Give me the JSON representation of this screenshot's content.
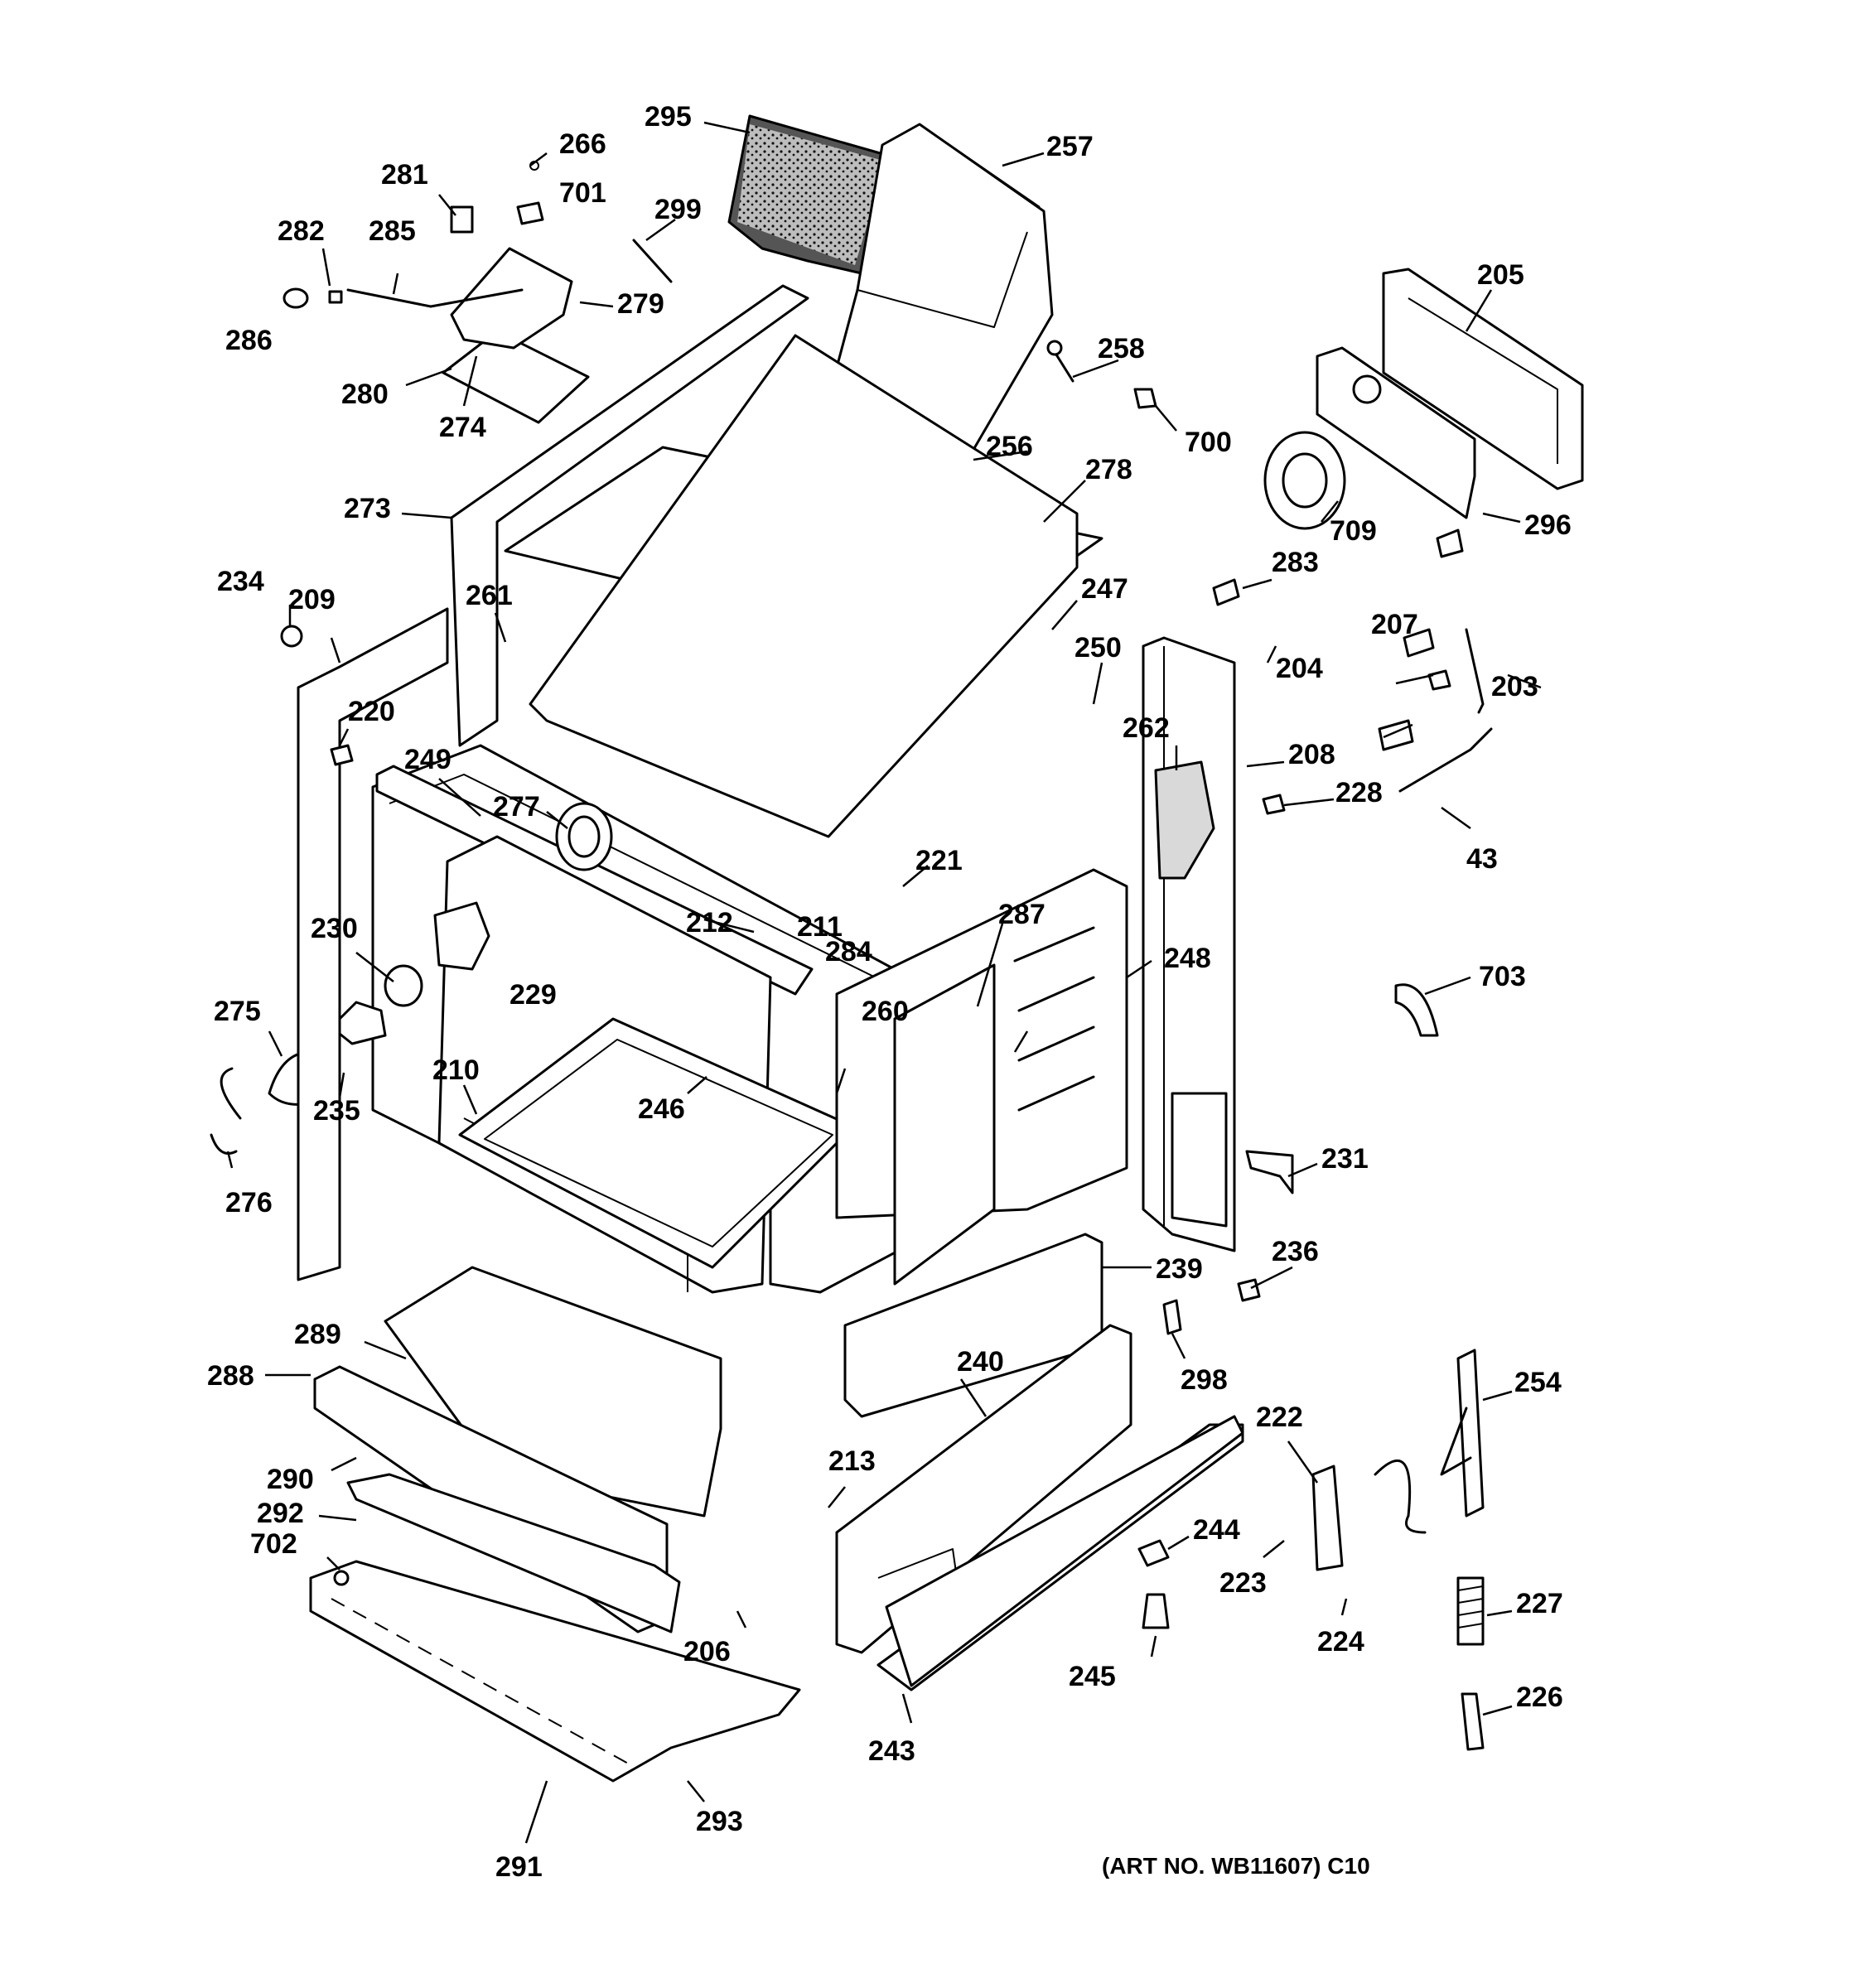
{
  "diagram": {
    "art_note": "(ART NO. WB11607) C10",
    "part_numbers": [
      "295",
      "266",
      "257",
      "281",
      "701",
      "299",
      "282",
      "285",
      "279",
      "286",
      "280",
      "274",
      "258",
      "700",
      "256",
      "278",
      "205",
      "709",
      "296",
      "273",
      "283",
      "234",
      "209",
      "261",
      "247",
      "250",
      "204",
      "207",
      "203",
      "220",
      "262",
      "249",
      "277",
      "208",
      "228",
      "43",
      "221",
      "230",
      "212",
      "211",
      "284",
      "287",
      "229",
      "248",
      "703",
      "275",
      "260",
      "210",
      "246",
      "235",
      "231",
      "276",
      "239",
      "236",
      "289",
      "240",
      "298",
      "288",
      "254",
      "222",
      "213",
      "290",
      "244",
      "292",
      "702",
      "223",
      "227",
      "206",
      "224",
      "245",
      "243",
      "226",
      "293",
      "291"
    ],
    "icons": {
      "filter": "charcoal-filter-icon",
      "bulb": "oven-light-bulb-icon"
    }
  }
}
